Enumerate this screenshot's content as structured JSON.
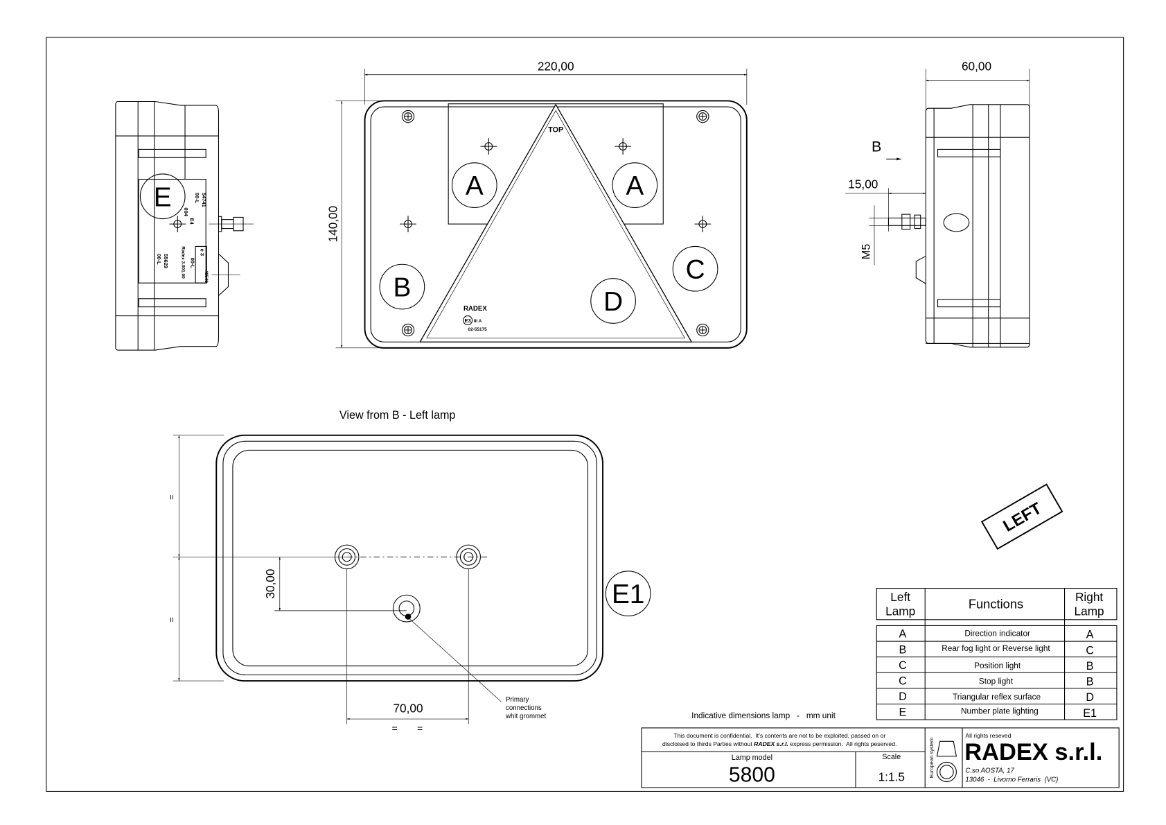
{
  "front_view": {
    "width_dim": "220,00",
    "height_dim": "140,00",
    "top_mark": "TOP",
    "brand_mark": "RADEX",
    "approval_mark": "E3",
    "approval_class": "III A",
    "approval_number": "02-55175",
    "labels": [
      "A",
      "A",
      "B",
      "C",
      "D"
    ]
  },
  "left_side_view": {
    "label": "E",
    "plate_lines": [
      "00-L",
      "54741",
      "E4",
      "004",
      "Radex 3.001.00",
      "e 3",
      "00-L",
      "49540",
      "00-L",
      "55629"
    ]
  },
  "right_side_view": {
    "depth_dim": "60,00",
    "view_arrow_label": "B",
    "bolt_length_dim": "15,00",
    "thread_label": "M5"
  },
  "bottom_view": {
    "title": "View from B  - Left lamp",
    "equal_mark": "=",
    "vertical_dim": "30,00",
    "horizontal_dim": "70,00",
    "label": "E1",
    "leader_note": [
      "Primary",
      "connections",
      "whit grommet"
    ]
  },
  "stamp": "LEFT",
  "functions_table": {
    "headers": [
      [
        "Left",
        "Lamp"
      ],
      [
        "Functions"
      ],
      [
        "Right",
        "Lamp"
      ]
    ],
    "rows": [
      {
        "left": "A",
        "function": "Direction  indicator",
        "right": "A"
      },
      {
        "left": "B",
        "function": "Rear fog light or Reverse light",
        "right": "C"
      },
      {
        "left": "C",
        "function": "Position light",
        "right": "B"
      },
      {
        "left": "C",
        "function": "Stop light",
        "right": "B"
      },
      {
        "left": "D",
        "function": "Triangular reflex surface",
        "right": "D"
      },
      {
        "left": "E",
        "function": "Number plate lighting",
        "right": "E1"
      }
    ]
  },
  "note": "Indicative dimensions lamp   -   mm unit",
  "title_block": {
    "confidential": [
      "This document is confidential.  It's contents are not to be exploited, passed on or",
      "discloised to thirds Parties without",
      "RADEX s.r.l.",
      " express permission.  All rights peserved."
    ],
    "lamp_model_label": "Lamp model",
    "lamp_model": "5800",
    "scale_label": "Scale",
    "scale": "1:1.5",
    "system_label": "European system",
    "rights": "All rights reseved",
    "company": "RADEX s.r.l.",
    "address": [
      "C.so AOSTA, 17",
      "13046  -  Livorno Ferraris  (VC)"
    ]
  }
}
